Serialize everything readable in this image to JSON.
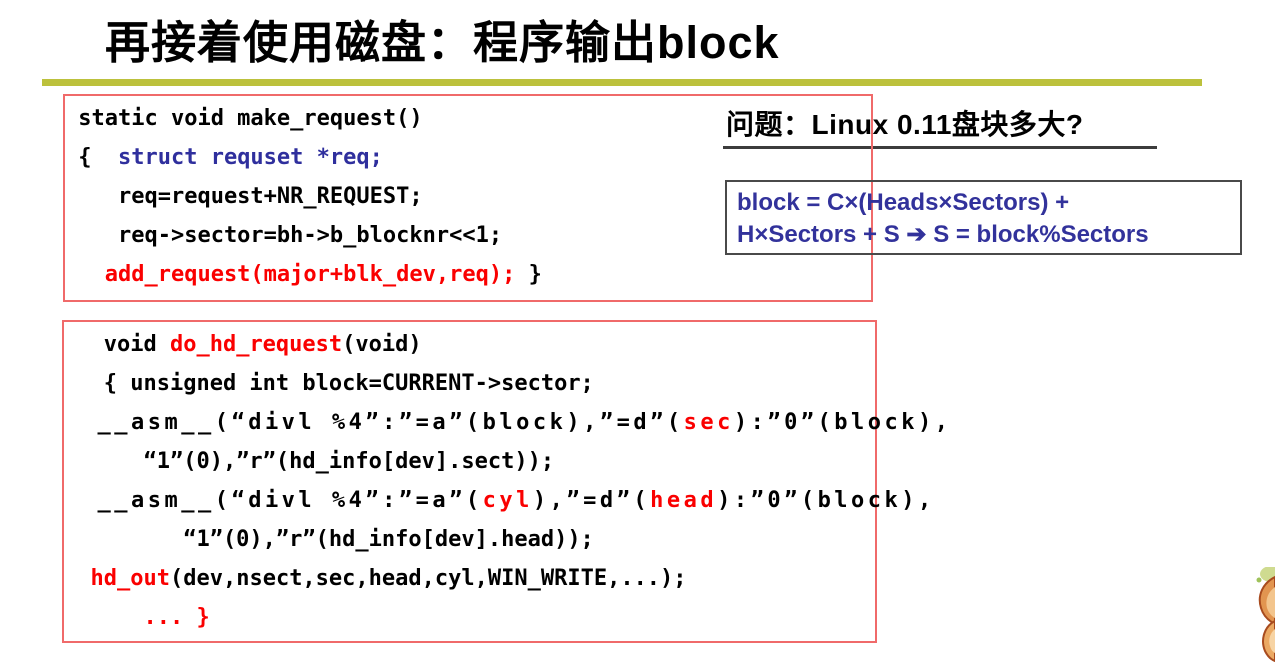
{
  "slide": {
    "title": "再接着使用磁盘：程序输出block"
  },
  "question": {
    "text": "问题：Linux 0.11盘块多大?"
  },
  "formula_box": {
    "line1": "block = C×(Heads×Sectors) +",
    "line2": "H×Sectors + S ➔ S = block%Sectors"
  },
  "code_box_1": {
    "lines": [
      [
        {
          "c": "black",
          "t": " static void make_request()"
        }
      ],
      [
        {
          "c": "black",
          "t": " {  "
        },
        {
          "c": "blue",
          "t": "struct requset *req;"
        }
      ],
      [
        {
          "c": "black",
          "t": "    req=request+NR_REQUEST;"
        }
      ],
      [
        {
          "c": "black",
          "t": "    req->sector=bh->b_blocknr<<1;"
        }
      ],
      [
        {
          "c": "red",
          "t": "   add_request(major+blk_dev,req);"
        },
        {
          "c": "black",
          "t": " }"
        }
      ]
    ]
  },
  "code_box_2": {
    "lines": [
      [
        {
          "c": "black",
          "t": "   void "
        },
        {
          "c": "red",
          "t": "do_hd_request"
        },
        {
          "c": "black",
          "t": "(void)"
        }
      ],
      [
        {
          "c": "black",
          "t": "   { unsigned int block=CURRENT->sector;"
        }
      ],
      [
        {
          "c": "black",
          "t": "  __asm__(“divl %4”:”=a”(block),”=d”("
        },
        {
          "c": "red",
          "t": "sec"
        },
        {
          "c": "black",
          "t": "):”0”(block),"
        }
      ],
      [
        {
          "c": "black",
          "t": "      “1”(0),”r”(hd_info[dev].sect));"
        }
      ],
      [
        {
          "c": "black",
          "t": "  __asm__(“divl %4”:”=a”("
        },
        {
          "c": "red",
          "t": "cyl"
        },
        {
          "c": "black",
          "t": "),”=d”("
        },
        {
          "c": "red",
          "t": "head"
        },
        {
          "c": "black",
          "t": "):”0”(block),"
        }
      ],
      [
        {
          "c": "black",
          "t": "         “1”(0),”r”(hd_info[dev].head));"
        }
      ],
      [
        {
          "c": "black",
          "t": "  "
        },
        {
          "c": "red",
          "t": "hd_out"
        },
        {
          "c": "black",
          "t": "(dev,nsect,sec,head,cyl,WIN_WRITE,...);"
        }
      ],
      [
        {
          "c": "red",
          "t": "      ... }"
        }
      ]
    ]
  },
  "colors": {
    "title_underline": "#bcc13c",
    "code_box_border": "#f06a6a",
    "code_black": "#000000",
    "code_red": "#fa0000",
    "code_blue": "#2f2f9d",
    "formula_text": "#32329b",
    "formula_border": "#4a4a4a",
    "question_underline": "#3c3c3c"
  },
  "decoration": {
    "corner_image": "clipped-cartoon-figure"
  }
}
